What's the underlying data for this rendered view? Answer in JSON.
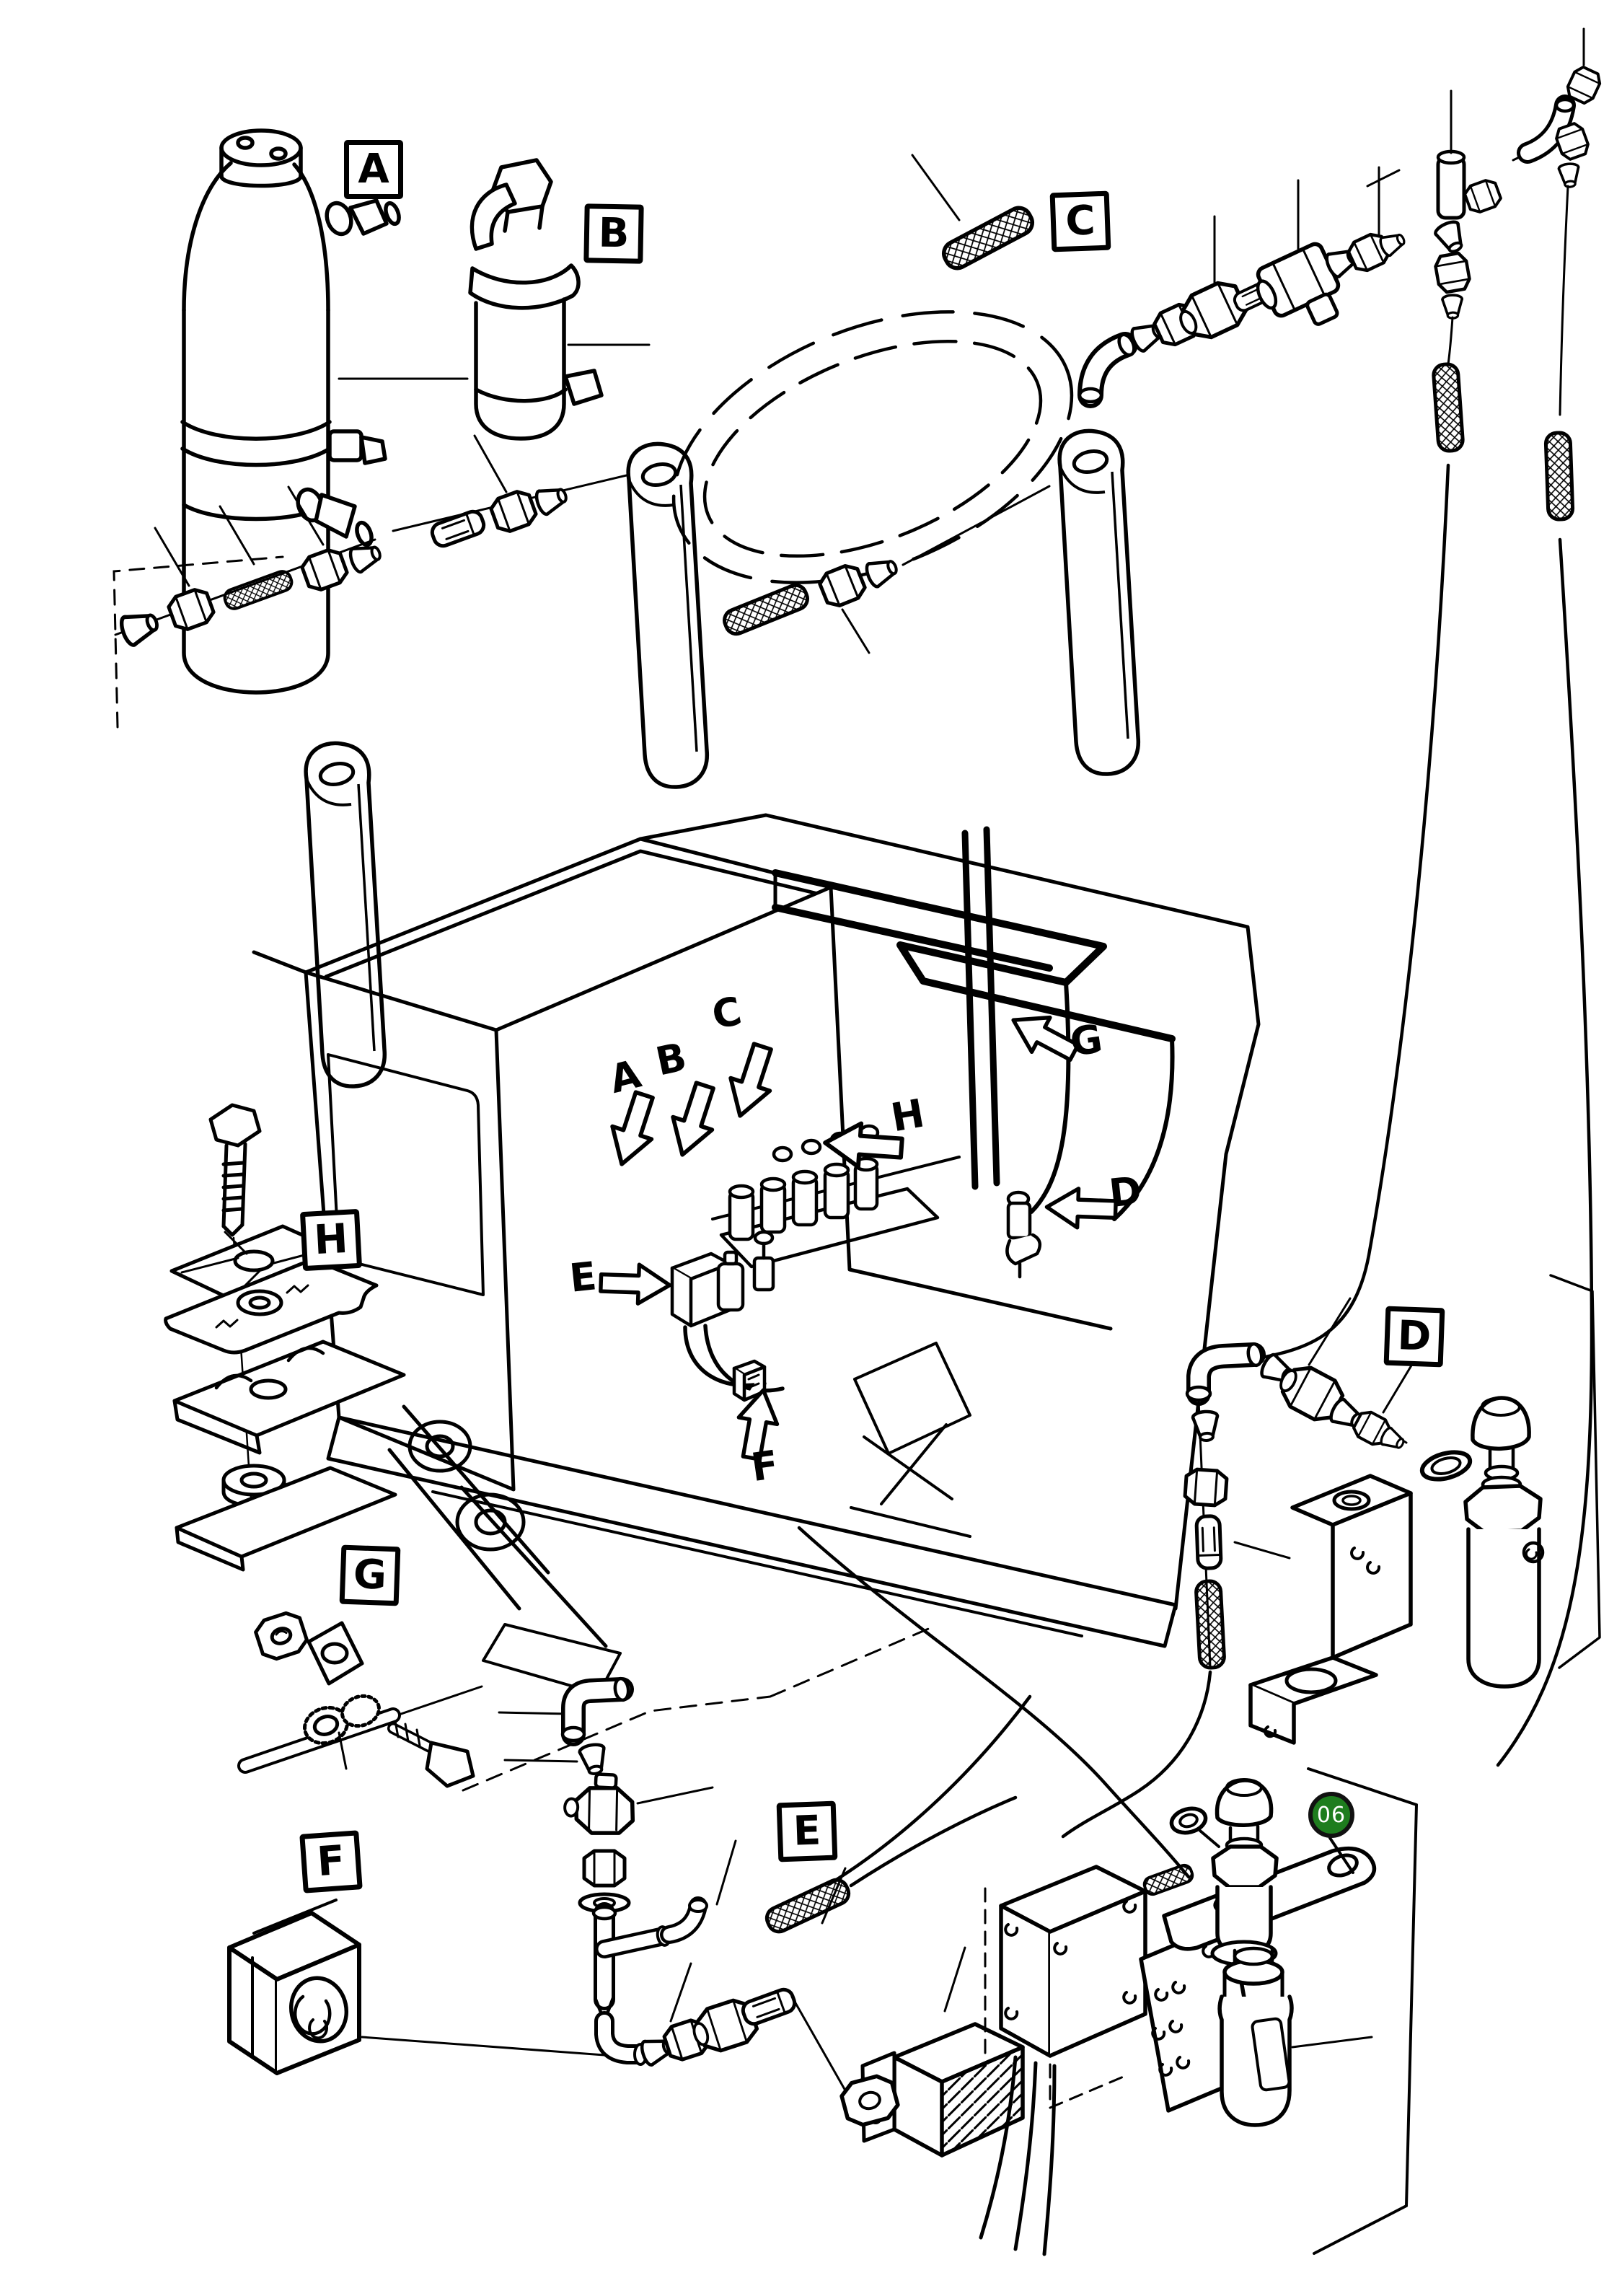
{
  "page": {
    "background": "#ffffff",
    "line_color": "#000000"
  },
  "part_reference_boxes": [
    {
      "id": "A",
      "label": "A"
    },
    {
      "id": "B",
      "label": "B"
    },
    {
      "id": "C",
      "label": "C"
    },
    {
      "id": "D",
      "label": "D"
    },
    {
      "id": "E",
      "label": "E"
    },
    {
      "id": "F",
      "label": "F"
    },
    {
      "id": "G",
      "label": "G"
    },
    {
      "id": "H",
      "label": "H"
    }
  ],
  "location_arrows": [
    {
      "label": "A",
      "direction": "down",
      "icon": "arrow-down-icon"
    },
    {
      "label": "B",
      "direction": "down",
      "icon": "arrow-down-icon"
    },
    {
      "label": "C",
      "direction": "down",
      "icon": "arrow-down-icon"
    },
    {
      "label": "D",
      "direction": "left",
      "icon": "arrow-left-icon"
    },
    {
      "label": "E",
      "direction": "right",
      "icon": "arrow-right-icon"
    },
    {
      "label": "F",
      "direction": "up",
      "icon": "arrow-up-icon"
    },
    {
      "label": "G",
      "direction": "up-left",
      "icon": "arrow-up-left-icon"
    },
    {
      "label": "H",
      "direction": "left",
      "icon": "arrow-left-icon"
    }
  ],
  "badge": {
    "label": "06",
    "fill": "#1e7d1e",
    "text_color": "#ffffff"
  }
}
